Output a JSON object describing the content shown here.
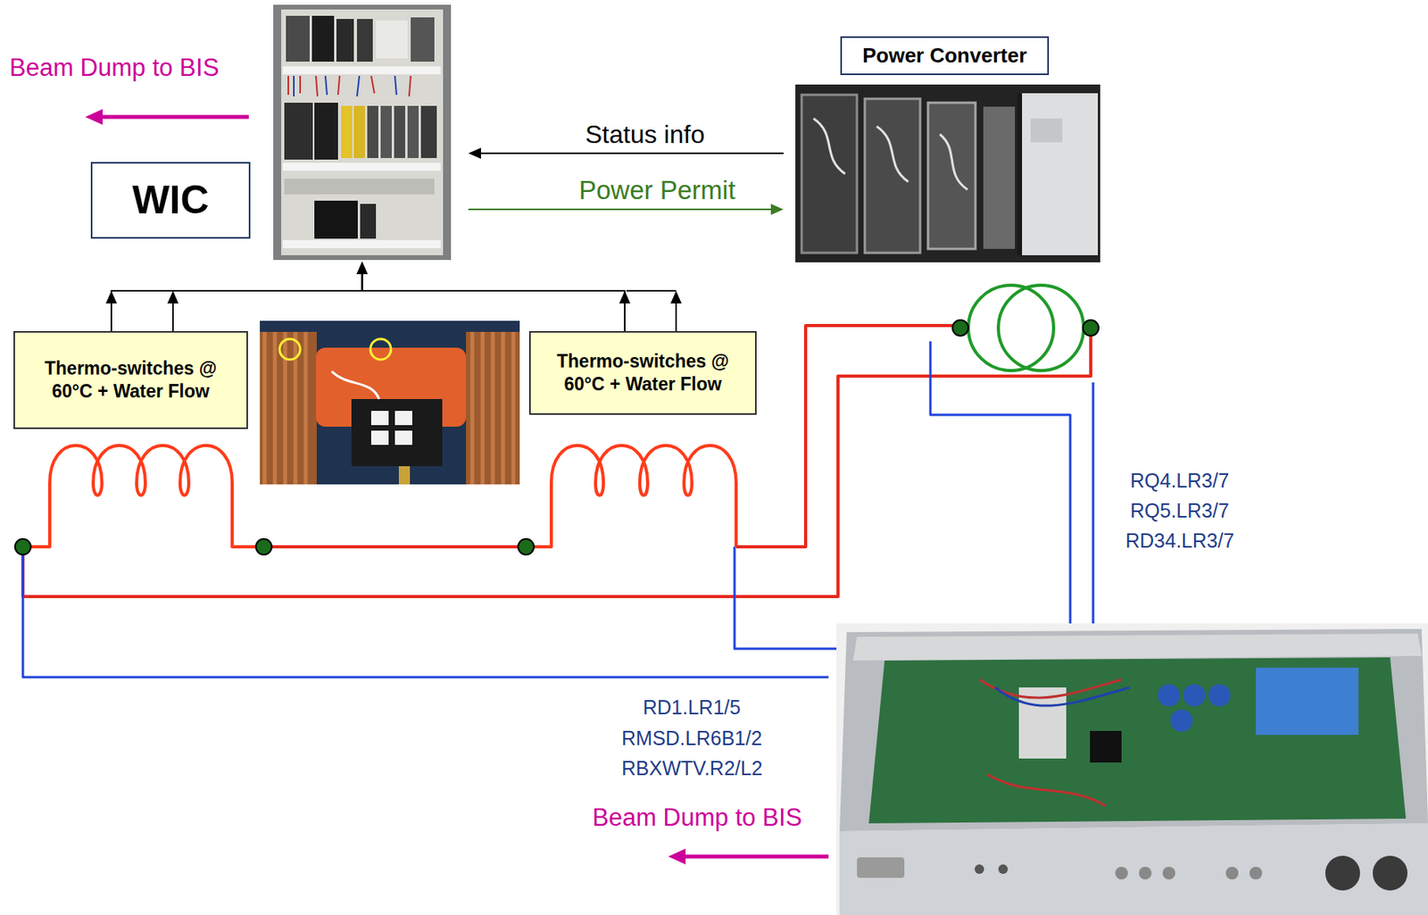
{
  "diagram": {
    "nodes": [
      {
        "text": [
          "WIC"
        ]
      },
      {
        "text": [
          "Power Converter"
        ]
      },
      {
        "text": [
          "Thermo-switches @ 60°C + Water Flow"
        ]
      },
      {
        "text": [
          "Thermo-switches @ 60°C + Water Flow"
        ]
      }
    ],
    "edges": [
      {
        "from": 1,
        "to": 0,
        "arrow": "to",
        "label": "Status info"
      },
      {
        "from": 0,
        "to": 1,
        "arrow": "to",
        "label": "Power Permit"
      },
      {
        "from": 2,
        "to": 0,
        "arrow": "to"
      },
      {
        "from": 3,
        "to": 0,
        "arrow": "to"
      }
    ],
    "labels": [
      "Beam Dump to BIS",
      "RQ4.LR3/7",
      "RQ5.LR3/7",
      "RD34.LR3/7",
      "RD1.LR1/5",
      "RMSD.LR6B1/2",
      "RBXWTV.R2/L2",
      "Beam Dump to BIS"
    ]
  }
}
